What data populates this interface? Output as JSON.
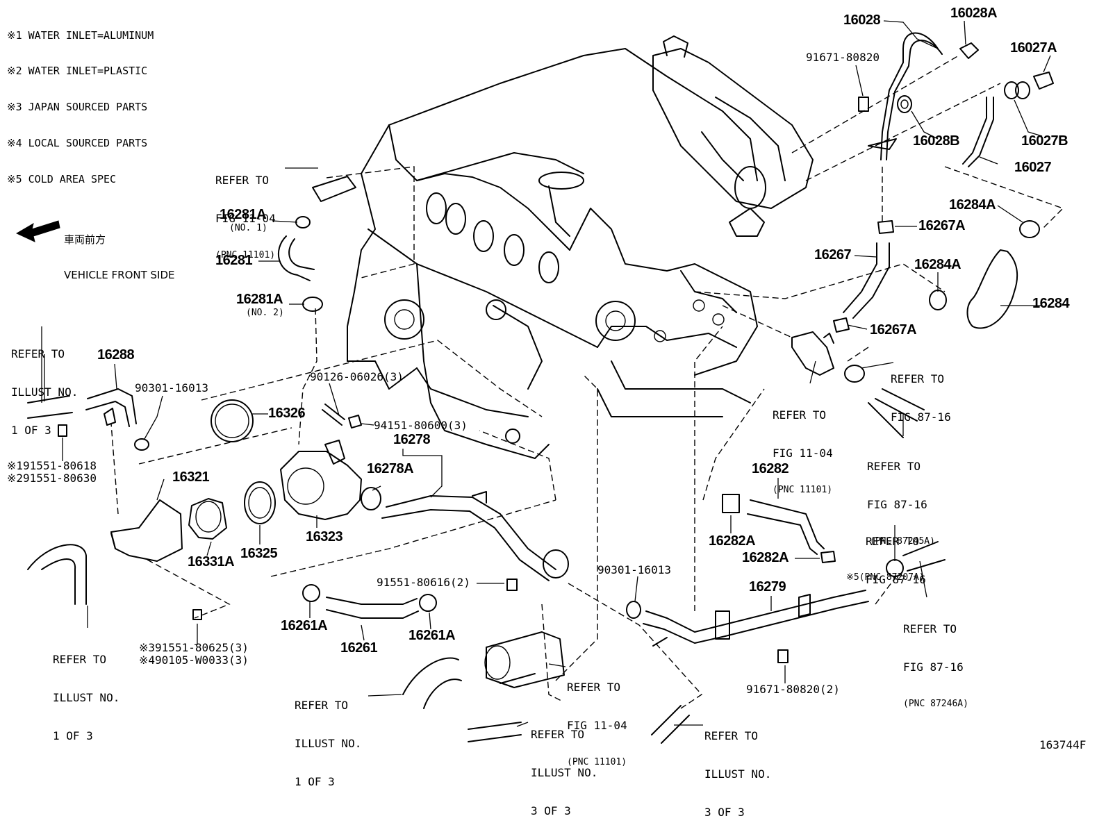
{
  "notes": [
    "※1 WATER INLET=ALUMINUM",
    "※2 WATER INLET=PLASTIC",
    "※3 JAPAN SOURCED PARTS",
    "※4 LOCAL SOURCED PARTS",
    "※5 COLD AREA SPEC"
  ],
  "direction": {
    "jp": "車両前方",
    "en": "VEHICLE FRONT SIDE"
  },
  "refs": {
    "refer_to": "REFER TO",
    "fig_1104": "FIG 11-04",
    "pnc_11101": "(PNC 11101)",
    "fig_8716": "FIG 87-16",
    "pnc_87245a": "(PNC 87245A)",
    "pnc_87207a": "※5(PNC 87207A)",
    "pnc_87246a": "(PNC 87246A)",
    "illust_no": "ILLUST NO.",
    "one_of_3": "1 OF 3",
    "three_of_3": "3 OF 3"
  },
  "parts": {
    "p16028": "16028",
    "p16028A": "16028A",
    "p16028B": "16028B",
    "p16027A": "16027A",
    "p16027B": "16027B",
    "p16027": "16027",
    "p91671_top": "91671-80820",
    "p16284A_top": "16284A",
    "p16267A_top": "16267A",
    "p16267": "16267",
    "p16284A_mid": "16284A",
    "p16284": "16284",
    "p16267A_mid": "16267A",
    "p16281A_top": "16281A",
    "p16281A_top_sub": "(NO. 1)",
    "p16281": "16281",
    "p16281A_bot": "16281A",
    "p16281A_bot_sub": "(NO. 2)",
    "p16288": "16288",
    "p90301_left": "90301-16013",
    "p90126": "90126-06026(3)",
    "p16326": "16326",
    "p94151": "94151-80600(3)",
    "p16278": "16278",
    "p16278A": "16278A",
    "p191551": "※191551-80618",
    "p291551": "※291551-80630",
    "p16321": "16321",
    "p16331A": "16331A",
    "p16325": "16325",
    "p16323": "16323",
    "p16282": "16282",
    "p16282A_left": "16282A",
    "p16282A_right": "16282A",
    "p16279": "16279",
    "p90301_right": "90301-16013",
    "p91551": "91551-80616(2)",
    "p16261A_left": "16261A",
    "p16261": "16261",
    "p16261A_right": "16261A",
    "p391551": "※391551-80625(3)",
    "p490105": "※490105-W0033(3)",
    "p91671_bot": "91671-80820(2)"
  },
  "figure_id": "163744F"
}
